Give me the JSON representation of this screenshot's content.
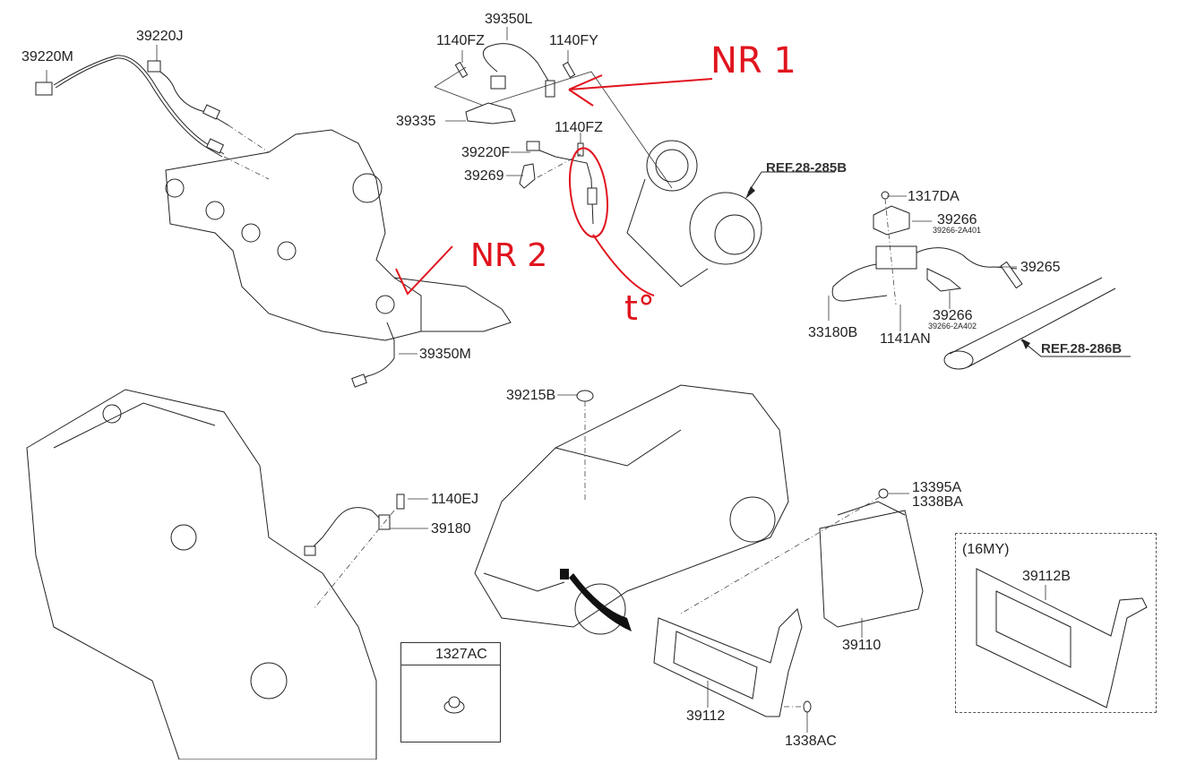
{
  "diagram": {
    "title": "Exhaust / engine sensor and ECU parts diagram",
    "part_labels": {
      "p39220M": "39220M",
      "p39220J": "39220J",
      "p39350L": "39350L",
      "p1140FZ_top": "1140FZ",
      "p1140FY": "1140FY",
      "p39335": "39335",
      "p1140FZ_mid": "1140FZ",
      "p39220F": "39220F",
      "p39269": "39269",
      "p1317DA": "1317DA",
      "p39266_a": "39266",
      "p39266_a_sub": "39266-2A401",
      "p39265": "39265",
      "p39266_b": "39266",
      "p39266_b_sub": "39266-2A402",
      "p33180B": "33180B",
      "p1141AN": "1141AN",
      "p39350M": "39350M",
      "p39215B": "39215B",
      "p1140EJ": "1140EJ",
      "p39180": "39180",
      "p13395A": "13395A",
      "p1338BA": "1338BA",
      "p39110": "39110",
      "p39112": "39112",
      "p1338AC": "1338AC",
      "p1327AC": "1327AC",
      "p39112B": "39112B",
      "variant_16MY": "(16MY)"
    },
    "references": {
      "ref_285B": "REF.28-285B",
      "ref_286B": "REF.28-286B"
    },
    "annotations": {
      "nr1": "NR 1",
      "nr2": "NR 2",
      "temp": "t°"
    },
    "colors": {
      "line": "#222222",
      "annotation": "#e0141e",
      "background": "#ffffff"
    }
  }
}
